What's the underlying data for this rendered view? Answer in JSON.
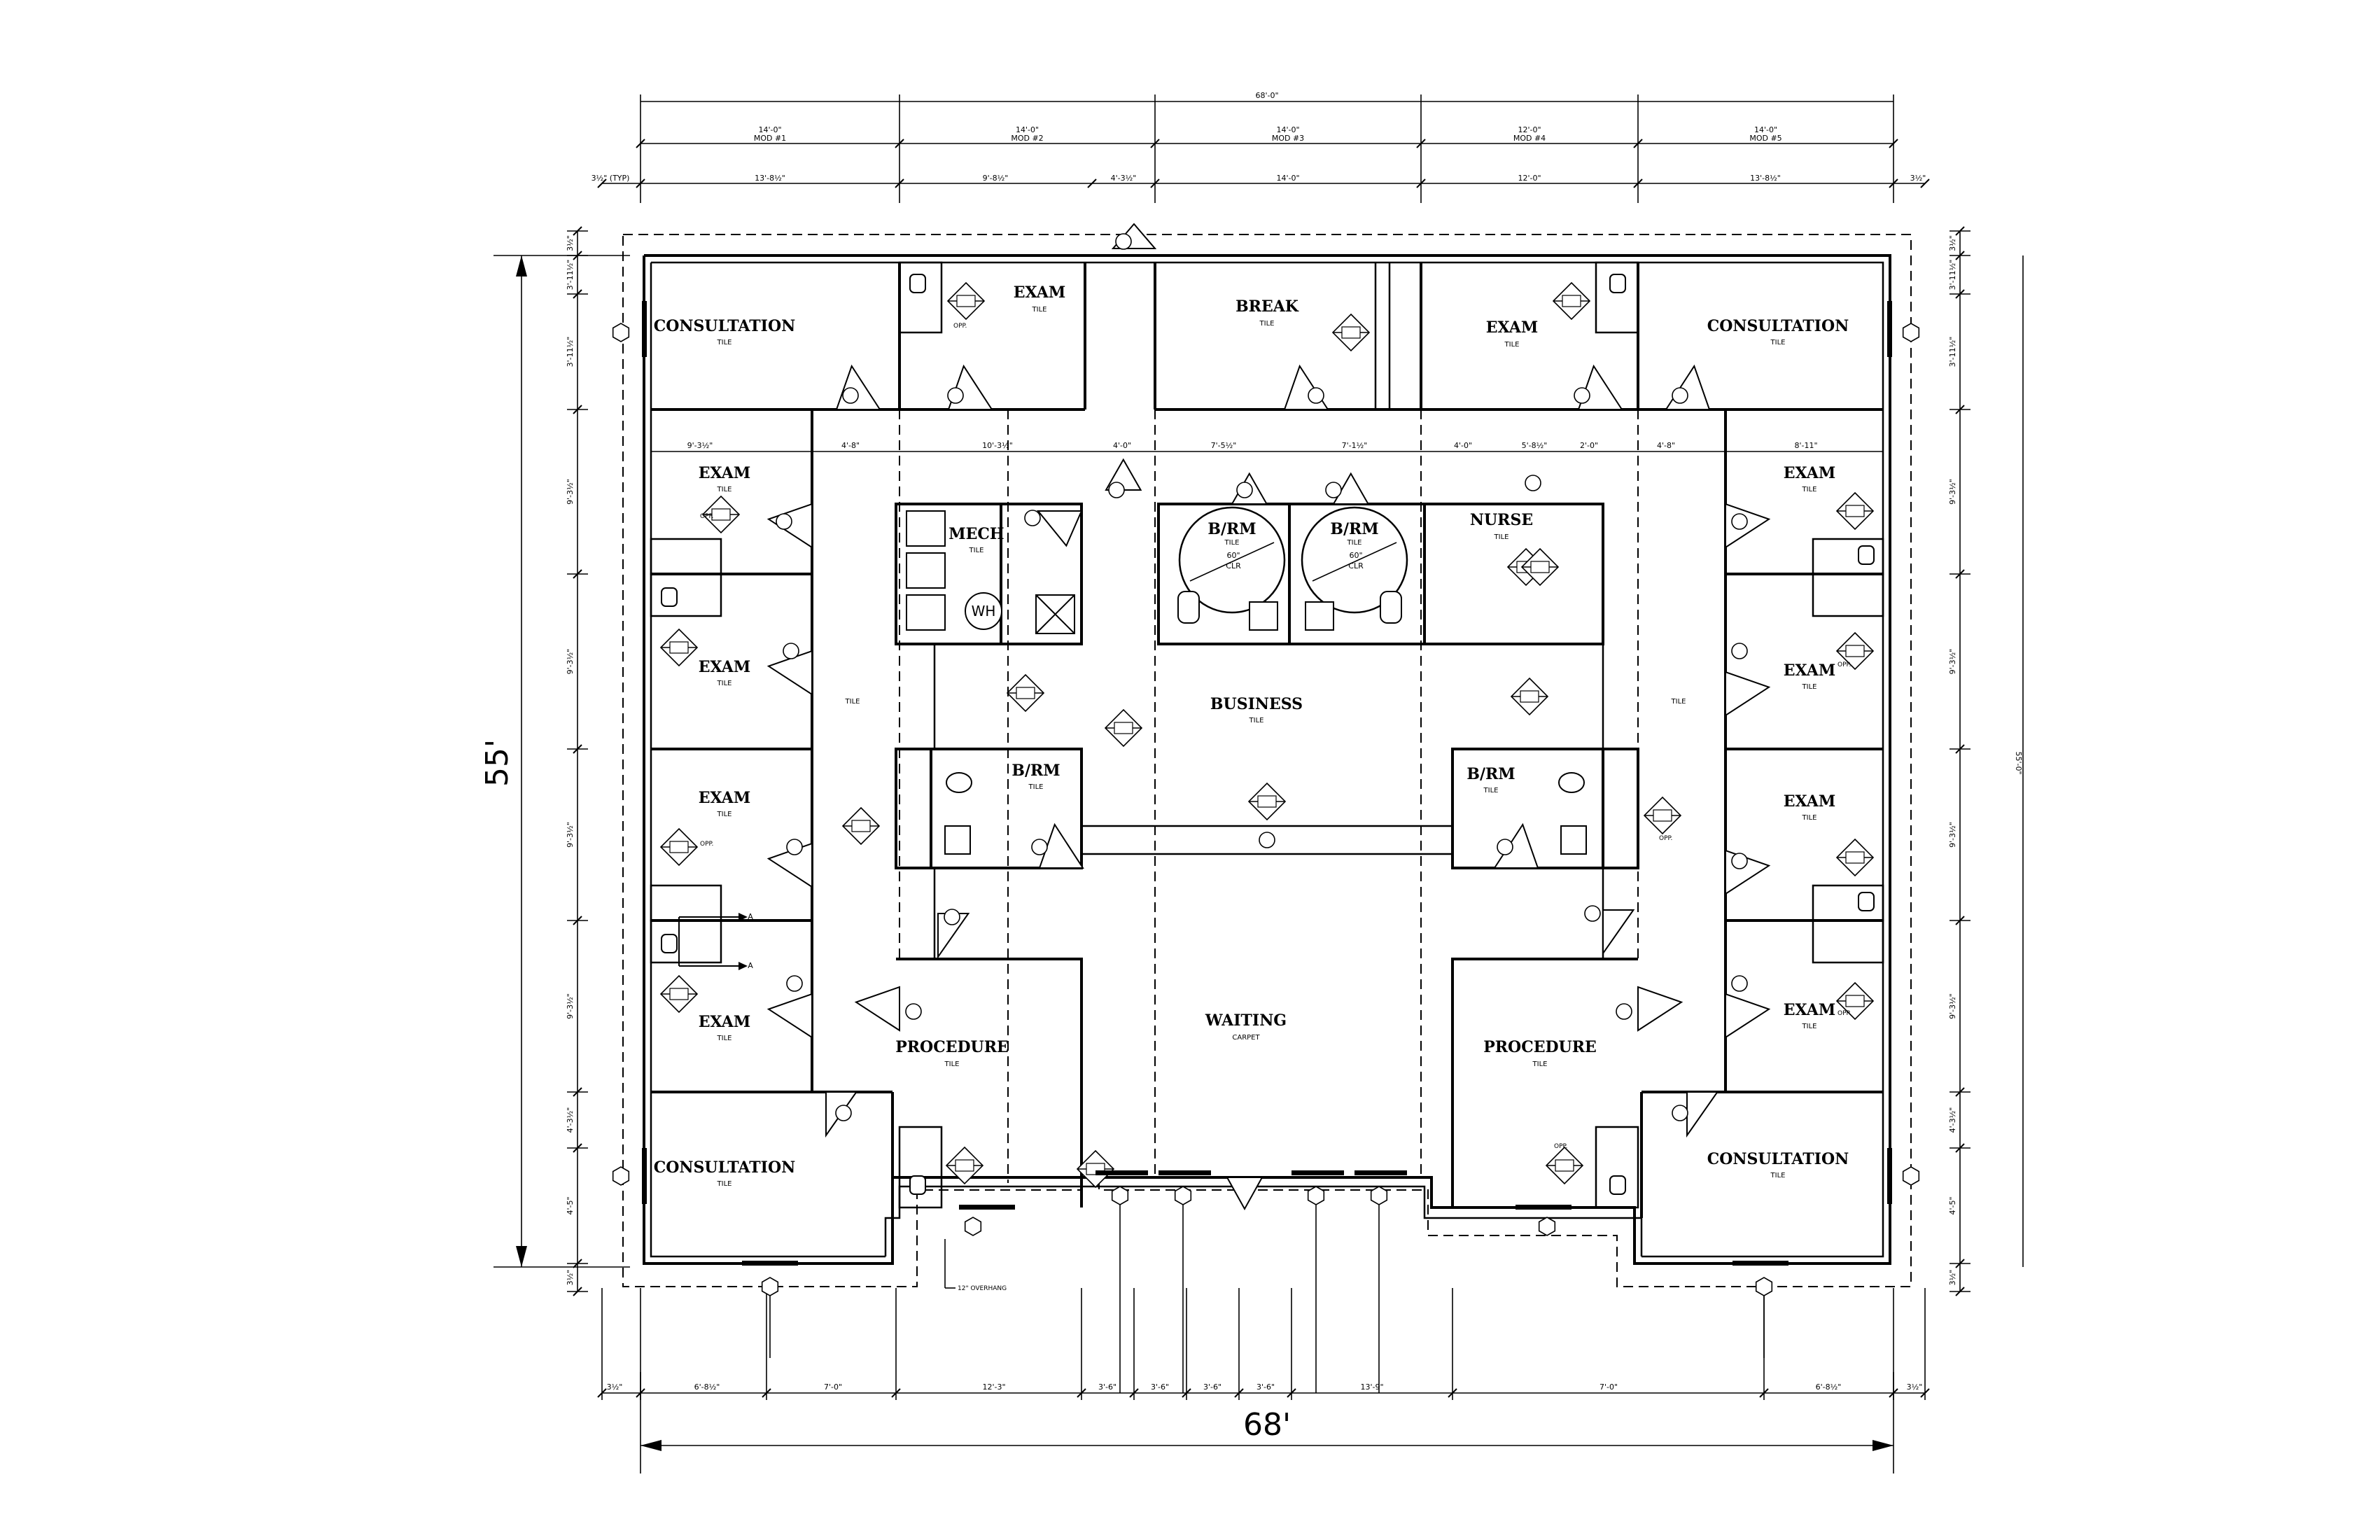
{
  "plan": {
    "overall_width_label": "68'",
    "overall_depth_label": "55'",
    "top_total_dim": "68'-0\"",
    "right_total_dim": "55'-0\"",
    "overhang_note": "12\" OVERHANG",
    "top_module_dims": [
      {
        "dim": "14'-0\"",
        "mod": "MOD #1"
      },
      {
        "dim": "14'-0\"",
        "mod": "MOD #2"
      },
      {
        "dim": "14'-0\"",
        "mod": "MOD #3"
      },
      {
        "dim": "12'-0\"",
        "mod": "MOD #4"
      },
      {
        "dim": "14'-0\"",
        "mod": "MOD #5"
      }
    ],
    "top_sub_dims": [
      "3½\" (TYP)",
      "13'-8½\"",
      "9'-8½\"",
      "4'-3½\"",
      "14'-0\"",
      "12'-0\"",
      "13'-8½\"",
      "3½\""
    ],
    "inner_dims": [
      "9'-3½\"",
      "4'-8\"",
      "10'-3½\"",
      "4'-0\"",
      "7'-5½\"",
      "7'-1½\"",
      "4'-0\"",
      "5'-8½\"",
      "2'-0\"",
      "4'-8\"",
      "8'-11\""
    ],
    "bottom_dims": [
      "3½\"",
      "6'-8½\"",
      "7'-0\"",
      "12'-3\"",
      "3'-6\"",
      "3'-6\"",
      "3'-6\"",
      "3'-6\"",
      "13'-9\"",
      "7'-0\"",
      "6'-8½\"",
      "3½\""
    ],
    "side_dims": [
      "3½\"",
      "3'-11½\"",
      "3'-11½\"",
      "9'-3½\"",
      "9'-3½\"",
      "9'-3½\"",
      "9'-3½\"",
      "4'-3½\"",
      "4'-5\"",
      "3½\""
    ],
    "rooms": [
      {
        "id": "consult-tl",
        "name": "CONSULTATION",
        "finish": "TILE"
      },
      {
        "id": "exam-t1",
        "name": "EXAM",
        "finish": "TILE"
      },
      {
        "id": "break",
        "name": "BREAK",
        "finish": "TILE"
      },
      {
        "id": "exam-t2",
        "name": "EXAM",
        "finish": "TILE"
      },
      {
        "id": "consult-tr",
        "name": "CONSULTATION",
        "finish": "TILE"
      },
      {
        "id": "exam-l1",
        "name": "EXAM",
        "finish": "TILE"
      },
      {
        "id": "exam-l2",
        "name": "EXAM",
        "finish": "TILE"
      },
      {
        "id": "exam-l3",
        "name": "EXAM",
        "finish": "TILE"
      },
      {
        "id": "exam-l4",
        "name": "EXAM",
        "finish": "TILE"
      },
      {
        "id": "mech",
        "name": "MECH",
        "finish": "TILE"
      },
      {
        "id": "brm-1",
        "name": "B/RM",
        "finish": "TILE"
      },
      {
        "id": "brm-2",
        "name": "B/RM",
        "finish": "TILE"
      },
      {
        "id": "nurse",
        "name": "NURSE",
        "finish": "TILE"
      },
      {
        "id": "business",
        "name": "BUSINESS",
        "finish": "TILE"
      },
      {
        "id": "brm-l",
        "name": "B/RM",
        "finish": "TILE"
      },
      {
        "id": "brm-r",
        "name": "B/RM",
        "finish": "TILE"
      },
      {
        "id": "waiting",
        "name": "WAITING",
        "finish": "CARPET"
      },
      {
        "id": "procedure-l",
        "name": "PROCEDURE",
        "finish": "TILE"
      },
      {
        "id": "procedure-r",
        "name": "PROCEDURE",
        "finish": "TILE"
      },
      {
        "id": "exam-r1",
        "name": "EXAM",
        "finish": "TILE"
      },
      {
        "id": "exam-r2",
        "name": "EXAM",
        "finish": "TILE"
      },
      {
        "id": "exam-r3",
        "name": "EXAM",
        "finish": "TILE"
      },
      {
        "id": "exam-r4",
        "name": "EXAM",
        "finish": "TILE"
      },
      {
        "id": "consult-bl",
        "name": "CONSULTATION",
        "finish": "TILE"
      },
      {
        "id": "consult-br",
        "name": "CONSULTATION",
        "finish": "TILE"
      }
    ],
    "corridor_finish": "TILE",
    "brm_clearance": "60\"",
    "brm_clr": "CLR",
    "water_heater": "WH",
    "opp_label": "OPP.",
    "section_marker": "A"
  }
}
